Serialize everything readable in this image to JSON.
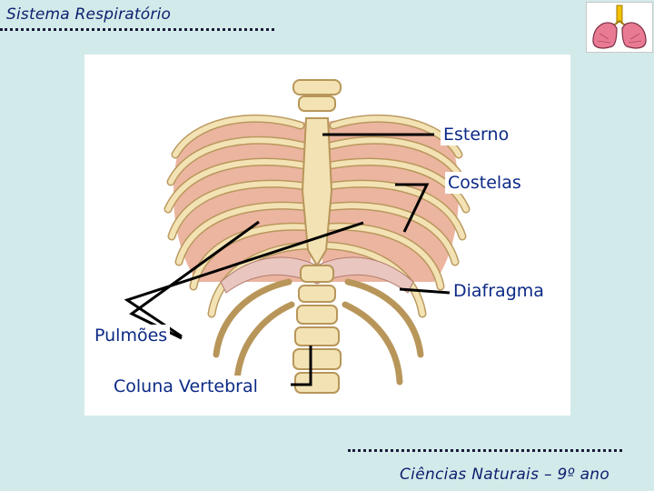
{
  "header": {
    "title": "Sistema Respiratório"
  },
  "figure": {
    "labels": {
      "sternum": "Esterno",
      "ribs": "Costelas",
      "diaphragm": "Diafragma",
      "lungs": "Pulmões",
      "spine": "Coluna Vertebral"
    }
  },
  "footer": {
    "text": "Ciências Naturais – 9º ano"
  },
  "icons": {
    "corner": "lungs-icon"
  },
  "colors": {
    "background": "#d3eaea",
    "text": "#0c2a86",
    "bone": "#f3e3b4",
    "bone_outline": "#b8965a",
    "lung": "#e7a88f"
  }
}
